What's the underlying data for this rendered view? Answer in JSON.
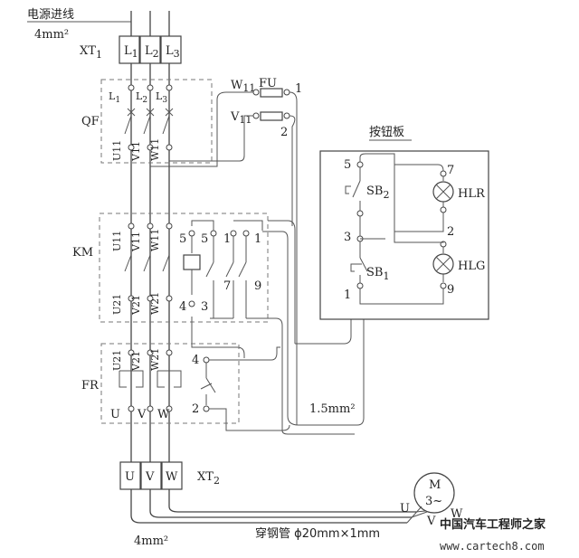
{
  "labels": {
    "supply_title": "电源进线",
    "supply_size": "4mm²",
    "xt1": "XT",
    "xt1_sub": "1",
    "l1": "L",
    "l1_sub": "1",
    "l2": "L",
    "l2_sub": "2",
    "l3": "L",
    "l3_sub": "3",
    "w11": "W",
    "w11_sub": "11",
    "v11": "V",
    "v11_sub": "11",
    "fu": "FU",
    "fu_no1": "1",
    "fu_no2": "2",
    "qf": "QF",
    "u11": "U11",
    "v11b": "V11",
    "w11b": "W11",
    "km": "KM",
    "u21": "U21",
    "v21": "V21",
    "w21": "W21",
    "km_5": "5",
    "km_4": "4",
    "aux_5": "5",
    "aux_1a": "1",
    "aux_1b": "1",
    "aux_3": "3",
    "aux_7": "7",
    "aux_9": "9",
    "fr": "FR",
    "fr_4": "4",
    "fr_2": "2",
    "u": "U",
    "v": "V",
    "w": "W",
    "xt2": "XT",
    "xt2_sub": "2",
    "xt2_u": "U",
    "xt2_v": "V",
    "xt2_w": "W",
    "cable_size": "1.5mm²",
    "bottom_size": "4mm²",
    "conduit": "穿钢管 ϕ20mm×1mm",
    "button_board": "按钮板",
    "bb_5": "5",
    "bb_3": "3",
    "bb_1": "1",
    "bb_7": "7",
    "bb_2": "2",
    "bb_9": "9",
    "sb2": "SB",
    "sb2_sub": "2",
    "sb1": "SB",
    "sb1_sub": "1",
    "hlr": "HLR",
    "hlg": "HLG",
    "motor_m": "M",
    "motor_3": "3~",
    "motor_u": "U",
    "motor_v": "V",
    "motor_w": "W",
    "watermark_cn": "中国汽车工程师之家",
    "watermark_url": "www.cartech8.com"
  }
}
